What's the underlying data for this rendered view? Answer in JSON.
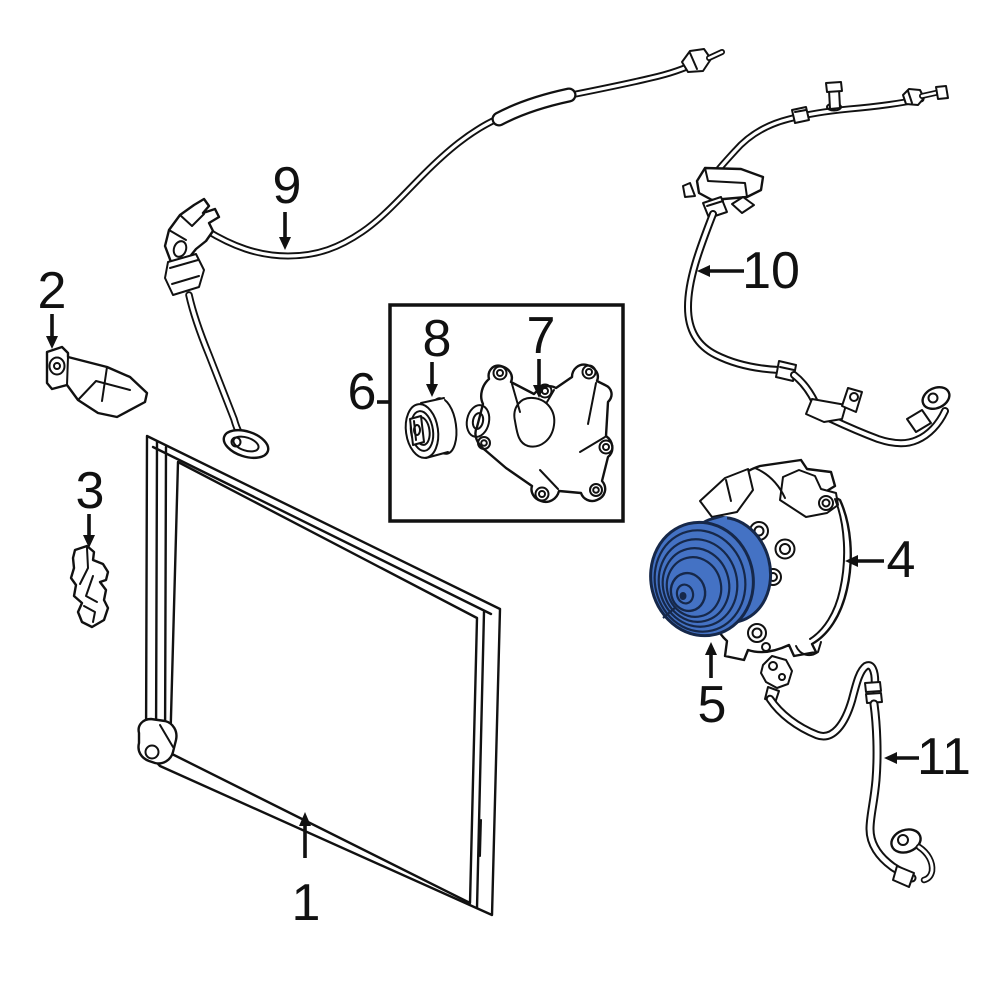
{
  "diagram": {
    "kind": "exploded-parts-line-art",
    "colors": {
      "background": "#ffffff",
      "line": "#111111",
      "highlight": "#4472c4",
      "highlight_outline": "#16284a"
    },
    "callouts": [
      {
        "label": "1"
      },
      {
        "label": "2"
      },
      {
        "label": "3"
      },
      {
        "label": "4"
      },
      {
        "label": "5"
      },
      {
        "label": "6"
      },
      {
        "label": "7"
      },
      {
        "label": "8"
      },
      {
        "label": "9"
      },
      {
        "label": "10"
      },
      {
        "label": "11"
      }
    ]
  }
}
